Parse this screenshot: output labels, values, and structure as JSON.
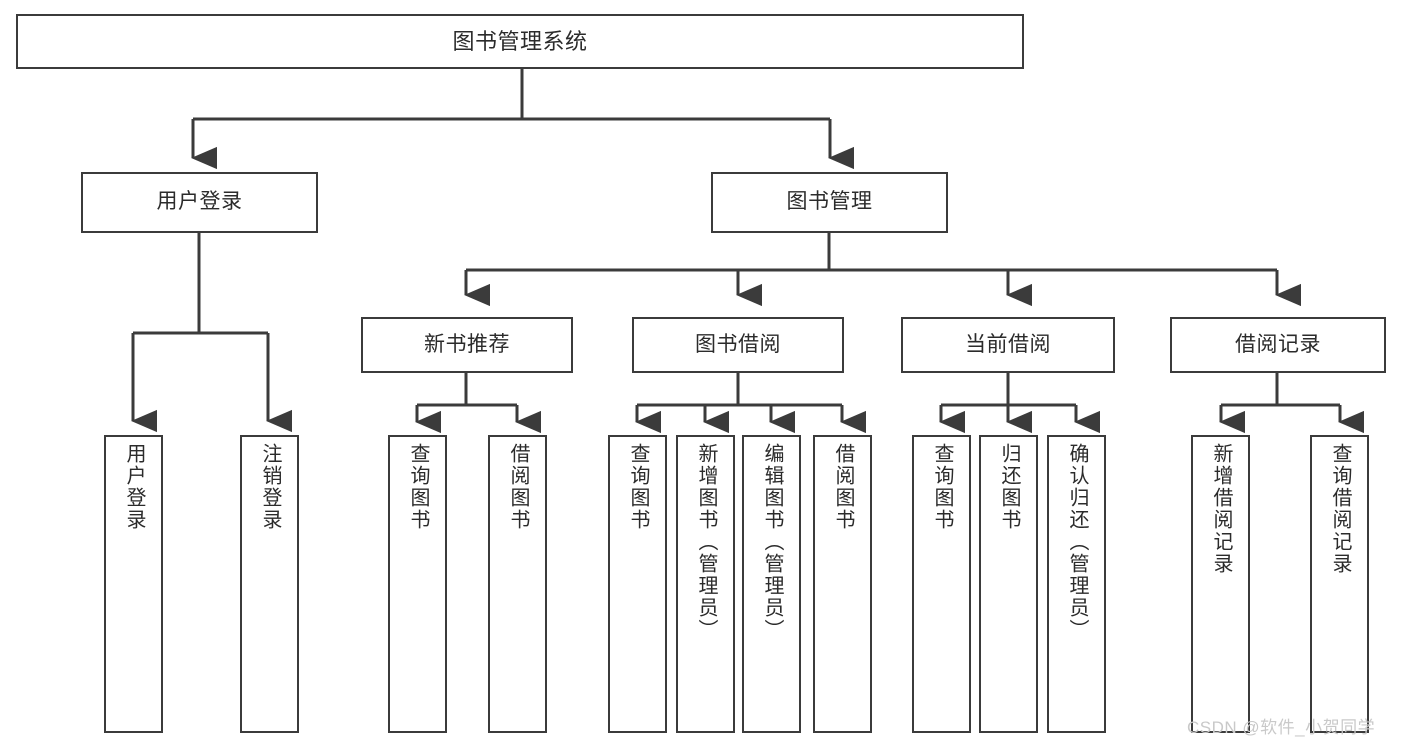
{
  "diagram": {
    "title": "图书管理系统",
    "stroke_color": "#3b3b3b",
    "fill_color": "#ffffff",
    "text_color": "#2b2b2b",
    "root": {
      "id": "root",
      "label": "图书管理系统"
    },
    "level1": [
      {
        "id": "user-login",
        "label": "用户登录"
      },
      {
        "id": "book-management",
        "label": "图书管理"
      }
    ],
    "level2": [
      {
        "id": "new-book-recommend",
        "label": "新书推荐"
      },
      {
        "id": "book-borrow",
        "label": "图书借阅"
      },
      {
        "id": "current-borrow",
        "label": "当前借阅"
      },
      {
        "id": "borrow-record",
        "label": "借阅记录"
      }
    ],
    "leaves": [
      {
        "id": "leaf-user-login",
        "parent": "user-login",
        "label": "用户登录"
      },
      {
        "id": "leaf-user-logout",
        "parent": "user-login",
        "label": "注销登录"
      },
      {
        "id": "leaf-query-book-1",
        "parent": "new-book-recommend",
        "label": "查询图书"
      },
      {
        "id": "leaf-borrow-book-1",
        "parent": "new-book-recommend",
        "label": "借阅图书"
      },
      {
        "id": "leaf-query-book-2",
        "parent": "book-borrow",
        "label": "查询图书"
      },
      {
        "id": "leaf-add-book",
        "parent": "book-borrow",
        "label": "新增图书（管理员）"
      },
      {
        "id": "leaf-edit-book",
        "parent": "book-borrow",
        "label": "编辑图书（管理员）"
      },
      {
        "id": "leaf-borrow-book-2",
        "parent": "book-borrow",
        "label": "借阅图书"
      },
      {
        "id": "leaf-query-book-3",
        "parent": "current-borrow",
        "label": "查询图书"
      },
      {
        "id": "leaf-return-book",
        "parent": "current-borrow",
        "label": "归还图书"
      },
      {
        "id": "leaf-confirm-return",
        "parent": "current-borrow",
        "label": "确认归还（管理员）"
      },
      {
        "id": "leaf-add-record",
        "parent": "borrow-record",
        "label": "新增借阅记录"
      },
      {
        "id": "leaf-query-record",
        "parent": "borrow-record",
        "label": "查询借阅记录"
      }
    ]
  },
  "watermark": {
    "text": "CSDN @软件_小贺同学"
  }
}
